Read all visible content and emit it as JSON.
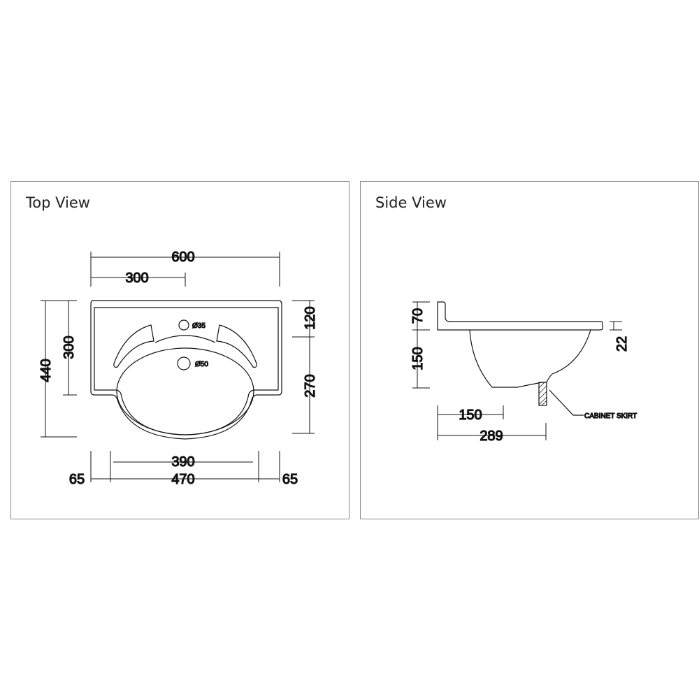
{
  "top_view": {
    "title": "Top View",
    "dims": {
      "overall_width": "600",
      "half_width": "300",
      "overall_depth": "440",
      "deck_depth": "300",
      "back_to_bowl": "120",
      "bowl_depth": "270",
      "bowl_width": "390",
      "inner_width": "470",
      "left_margin": "65",
      "right_margin": "65",
      "tap_hole": "Ø35",
      "waste_hole": "Ø50"
    }
  },
  "side_view": {
    "title": "Side View",
    "dims": {
      "upstand_height": "70",
      "bowl_height": "150",
      "deck_thickness": "22",
      "setback": "150",
      "skirt_distance": "289"
    },
    "label": "CABINET SKIRT"
  }
}
